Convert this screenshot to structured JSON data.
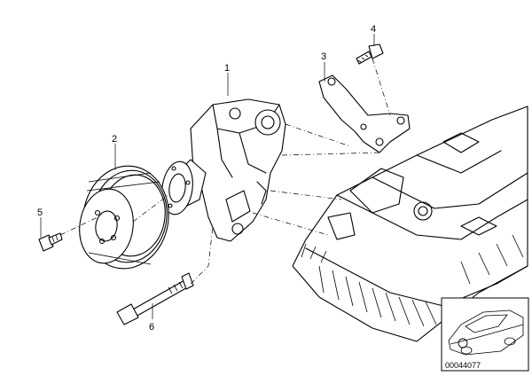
{
  "diagram": {
    "callouts": {
      "pump": "1",
      "pulley": "2",
      "bracket": "3",
      "bracket_bolt": "4",
      "pulley_bolt": "5",
      "long_bolt": "6"
    },
    "inset": {
      "code": "00044077"
    }
  }
}
